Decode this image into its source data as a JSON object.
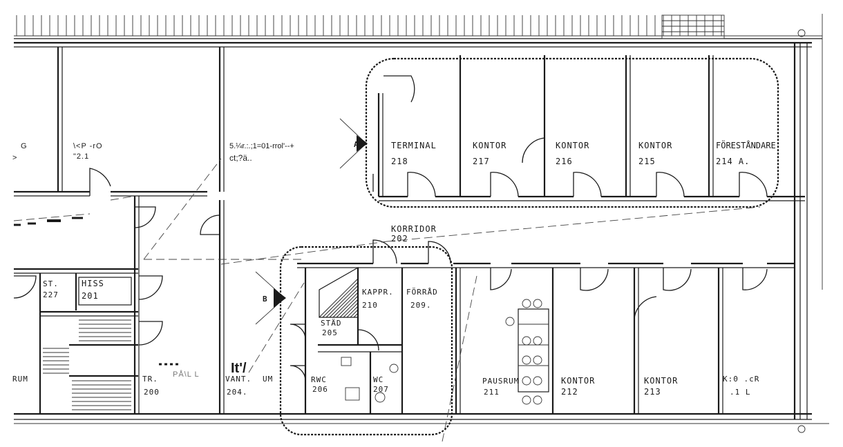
{
  "rooms": {
    "r218": {
      "name": "TERMINAL",
      "num": "218"
    },
    "r217": {
      "name": "KONTOR",
      "num": "217"
    },
    "r216": {
      "name": "KONTOR",
      "num": "216"
    },
    "r215": {
      "name": "KONTOR",
      "num": "215"
    },
    "r214a": {
      "name": "FÖRESTÅNDARE",
      "num": "214 A."
    },
    "corridor": {
      "name": "KORRIDOR",
      "num": "202"
    },
    "r227": {
      "name": "ST.",
      "num": "227"
    },
    "r201": {
      "name": "HISS",
      "num": "201"
    },
    "r210": {
      "name": "KAPPR.",
      "num": "210"
    },
    "r209": {
      "name": "FÖRRÅD",
      "num": "209."
    },
    "r205": {
      "name": "STÄD",
      "num": "205"
    },
    "r206": {
      "name": "RWC",
      "num": "206"
    },
    "r207": {
      "name": "WC",
      "num": "207"
    },
    "r211": {
      "name": "PAUSRUM",
      "num": "211"
    },
    "r212": {
      "name": "KONTOR",
      "num": "212"
    },
    "r213": {
      "name": "KONTOR",
      "num": "213"
    },
    "r200": {
      "name": "TR.",
      "num": "200"
    },
    "r204": {
      "name": "VANT.",
      "num": "204."
    },
    "edge_left": {
      "name": "RUM"
    },
    "edge_right": {
      "name": "K:0 .cR",
      "num": ".1 L"
    }
  },
  "ocr_fragments": {
    "f1": "G",
    "f2": "\\<P  -rO",
    "f3": "\"2.1",
    "f4": "5.¼r.:.;1=01-rrol'--+",
    "f5": "ct;?ä..",
    "f6": ">",
    "f7": "PÅ\\L  L",
    "f8": "It'/",
    "f9": "UM"
  },
  "section_marks": {
    "a": "A",
    "b": "B"
  },
  "colors": {
    "ink": "#1a1a1a",
    "paper": "#ffffff"
  }
}
